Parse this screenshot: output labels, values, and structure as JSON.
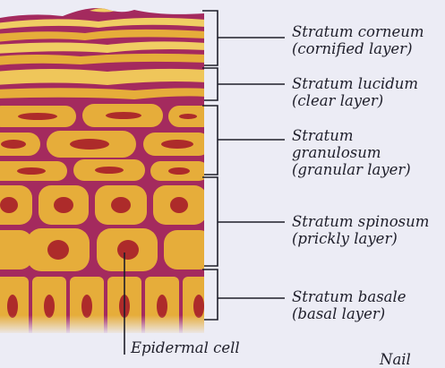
{
  "colors": {
    "background": "#ececf5",
    "matrix": "#a42a5e",
    "cell_fill": "#e6ad3a",
    "cell_light": "#f0cd63",
    "nucleus": "#ad2b2a",
    "bracket": "#1e1e2a"
  },
  "layers": [
    {
      "id": "stratum-corneum",
      "name": "Stratum corneum",
      "description": "(cornified layer)"
    },
    {
      "id": "stratum-lucidum",
      "name": "Stratum lucidum",
      "description": "(clear layer)"
    },
    {
      "id": "stratum-granulosum",
      "name_line1": "Stratum",
      "name_line2": "granulosum",
      "description": "(granular layer)"
    },
    {
      "id": "stratum-spinosum",
      "name": "Stratum spinosum",
      "description": "(prickly layer)"
    },
    {
      "id": "stratum-basale",
      "name": "Stratum basale",
      "description": "(basal layer)"
    }
  ],
  "callouts": {
    "epidermal_cell": "Epidermal cell",
    "partial_word": "Nail"
  }
}
